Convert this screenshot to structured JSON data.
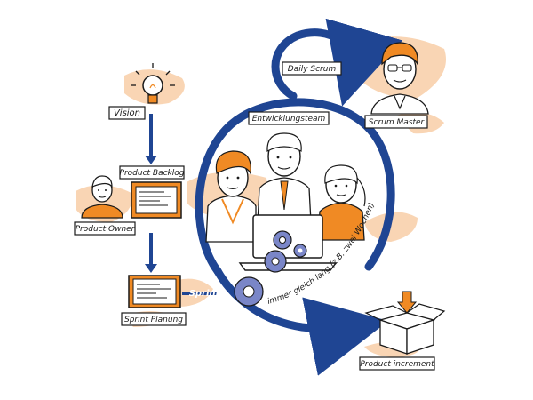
{
  "labels": {
    "vision": "Vision",
    "product_backlog": "Product Backlog",
    "product_owner": "Product Owner",
    "sprint_planung": "Sprint Planung",
    "daily_scrum": "Daily Scrum",
    "scrum_master": "Scrum Master",
    "entwicklungsteam": "Entwicklungsteam",
    "sprint": "Sprint",
    "immer_gleich_lang": "immer gleich lang (z.B. zwei Wochen)",
    "product_increment": "Product increment"
  },
  "colors": {
    "navy": "#1f4593",
    "orange": "#f08a24",
    "orange_light": "#f7c79b",
    "gear": "#7a86c8",
    "ink": "#1a1a1a"
  },
  "icons": [
    "lightbulb-icon",
    "gear-icon",
    "box-icon",
    "laptop-icon",
    "person-icon"
  ]
}
